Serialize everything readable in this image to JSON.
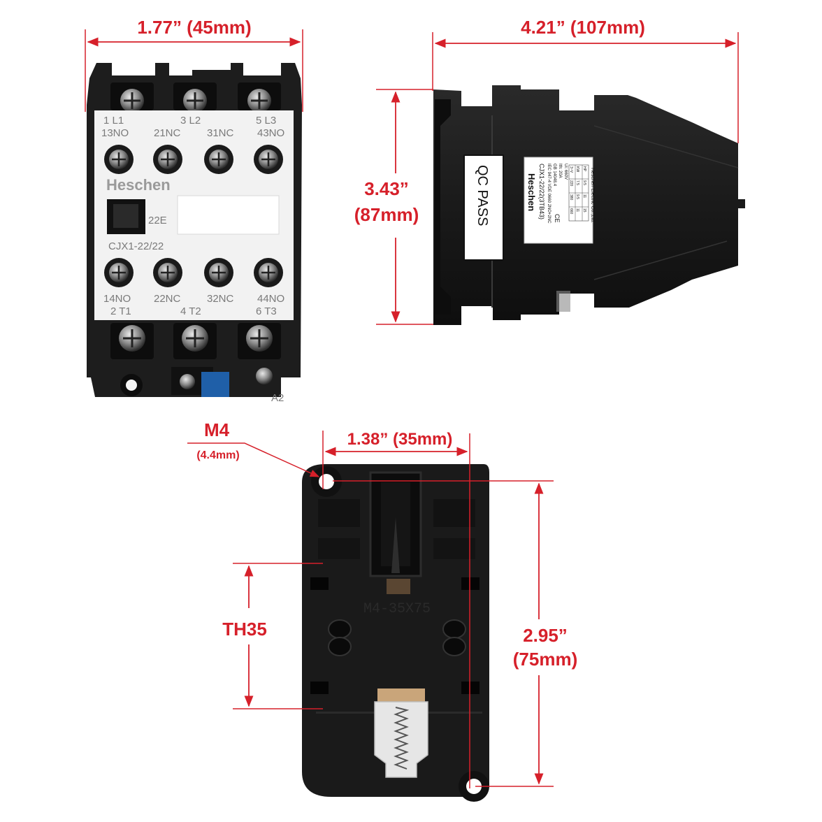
{
  "front_view": {
    "width_dim": "1.77” (45mm)",
    "brand": "Heschen",
    "aux_code": "22E",
    "model": "CJX1-22/22",
    "terminals_top": [
      {
        "line": "1 L1",
        "aux": "13NO"
      },
      {
        "line": "3 L2",
        "aux": "21NC"
      },
      {
        "line": "5 L3",
        "aux": "31NC"
      },
      {
        "line": "",
        "aux": "43NO"
      }
    ],
    "terminals_bottom": [
      {
        "aux": "14NO",
        "line": "2 T1"
      },
      {
        "aux": "22NC",
        "line": "4 T2"
      },
      {
        "aux": "32NC",
        "line": "6 T3"
      },
      {
        "aux": "44NO",
        "line": ""
      }
    ],
    "coil_mark": "A2"
  },
  "side_view": {
    "depth_dim": "4.21” (107mm)",
    "height_dim_in": "3.43”",
    "height_dim_mm": "(87mm)",
    "qc_label": "QC  PASS",
    "nameplate": {
      "brand": "Heschen",
      "model": "CJX1-22/22(3TB43)",
      "standards": "IEC 947-4  VDE 0660  2NO+2NC",
      "gb": "GB 14048.4",
      "ith": "Ith: 20A",
      "ui": "Ui: 660V",
      "rating_header": [
        "3~V",
        "220",
        "380",
        "660"
      ],
      "rating_kw": [
        "KW",
        "7.5",
        "9.5",
        "11"
      ],
      "rating_hp": [
        "HP",
        "9.5",
        "11",
        "15"
      ],
      "maker": "Heschen Electric Co.,Ltd."
    }
  },
  "back_view": {
    "screw_label": "M4",
    "hole_label": "(4.4mm)",
    "hole_spacing_dim": "1.38” (35mm)",
    "rail_label": "TH35",
    "height_dim_in": "2.95”",
    "height_dim_mm": "(75mm)",
    "molded_text": "M4-35X75"
  },
  "colors": {
    "dimension": "#d6202a",
    "body": "#1c1c1c",
    "face": "#f2f2f2"
  }
}
